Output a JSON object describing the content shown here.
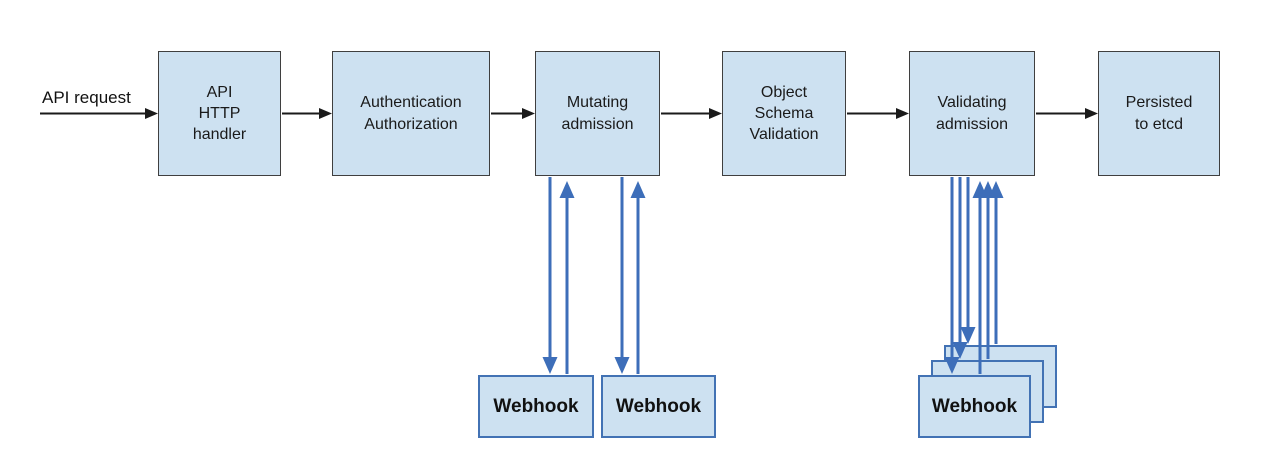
{
  "diagram": {
    "subject": "Kubernetes API request admission flow",
    "flow_label": "API request",
    "nodes": [
      {
        "id": "api-http-handler",
        "label": "API\nHTTP\nhandler"
      },
      {
        "id": "authentication-authorization",
        "label": "Authentication\nAuthorization"
      },
      {
        "id": "mutating-admission",
        "label": "Mutating\nadmission"
      },
      {
        "id": "object-schema-validation",
        "label": "Object\nSchema\nValidation"
      },
      {
        "id": "validating-admission",
        "label": "Validating\nadmission"
      },
      {
        "id": "persisted-to-etcd",
        "label": "Persisted\nto etcd"
      }
    ],
    "mutating_webhooks": [
      {
        "label": "Webhook"
      },
      {
        "label": "Webhook"
      }
    ],
    "validating_webhooks": {
      "front_label": "Webhook",
      "stack_count": 3
    },
    "colors": {
      "box_fill": "#cde1f1",
      "box_border_dark": "#3f3f3f",
      "webhook_border_blue": "#4272b4",
      "arrow_black": "#1a1a1a",
      "arrow_blue": "#3d6eb9",
      "background": "#ffffff"
    }
  }
}
